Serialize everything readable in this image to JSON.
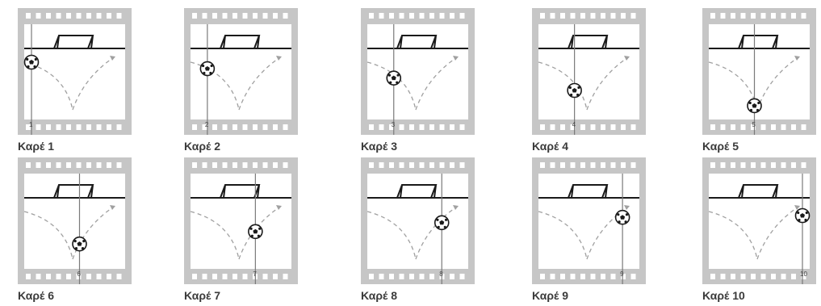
{
  "frames": [
    {
      "label": "Καρέ 1",
      "number": "1",
      "ball_progress": 0.0
    },
    {
      "label": "Καρέ 2",
      "number": "2",
      "ball_progress": 0.111
    },
    {
      "label": "Καρέ 3",
      "number": "3",
      "ball_progress": 0.222
    },
    {
      "label": "Καρέ 4",
      "number": "4",
      "ball_progress": 0.333
    },
    {
      "label": "Καρέ 5",
      "number": "5",
      "ball_progress": 0.444
    },
    {
      "label": "Καρέ 6",
      "number": "6",
      "ball_progress": 0.556
    },
    {
      "label": "Καρέ 7",
      "number": "7",
      "ball_progress": 0.667
    },
    {
      "label": "Καρέ 8",
      "number": "8",
      "ball_progress": 0.778
    },
    {
      "label": "Καρέ 9",
      "number": "9",
      "ball_progress": 0.889
    },
    {
      "label": "Καρέ 10",
      "number": "10",
      "ball_progress": 1.0
    }
  ],
  "colors": {
    "film_border": "#c6c6c6",
    "perforation": "#ffffff",
    "goal_line": "#1a1a1a",
    "trajectory": "#a0a0a0",
    "tracking_line": "#7a7a7a",
    "caption_text": "#3b3b3b"
  }
}
